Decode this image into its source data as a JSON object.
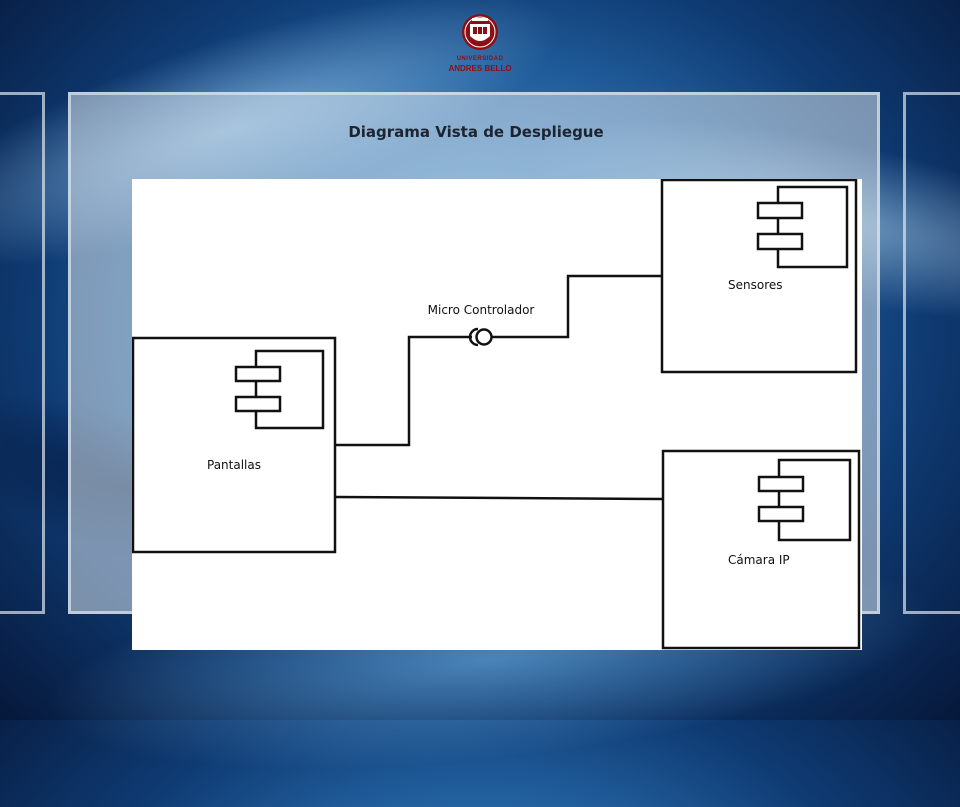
{
  "slide": {
    "title": "Diagrama Vista de Despliegue"
  },
  "logo": {
    "line1": "UNIVERSIDAD",
    "line2": "ANDRES BELLO",
    "brand_color": "#8b0f14"
  },
  "diagram": {
    "components": [
      {
        "id": "pantallas",
        "label": "Pantallas"
      },
      {
        "id": "sensores",
        "label": "Sensores"
      },
      {
        "id": "camara",
        "label": "Cámara IP"
      }
    ],
    "interface_label": "Micro Controlador",
    "connections": [
      {
        "from": "Pantallas",
        "to": "Sensores",
        "via": "Micro Controlador"
      },
      {
        "from": "Pantallas",
        "to": "Cámara IP"
      }
    ],
    "line_color": "#111111"
  }
}
